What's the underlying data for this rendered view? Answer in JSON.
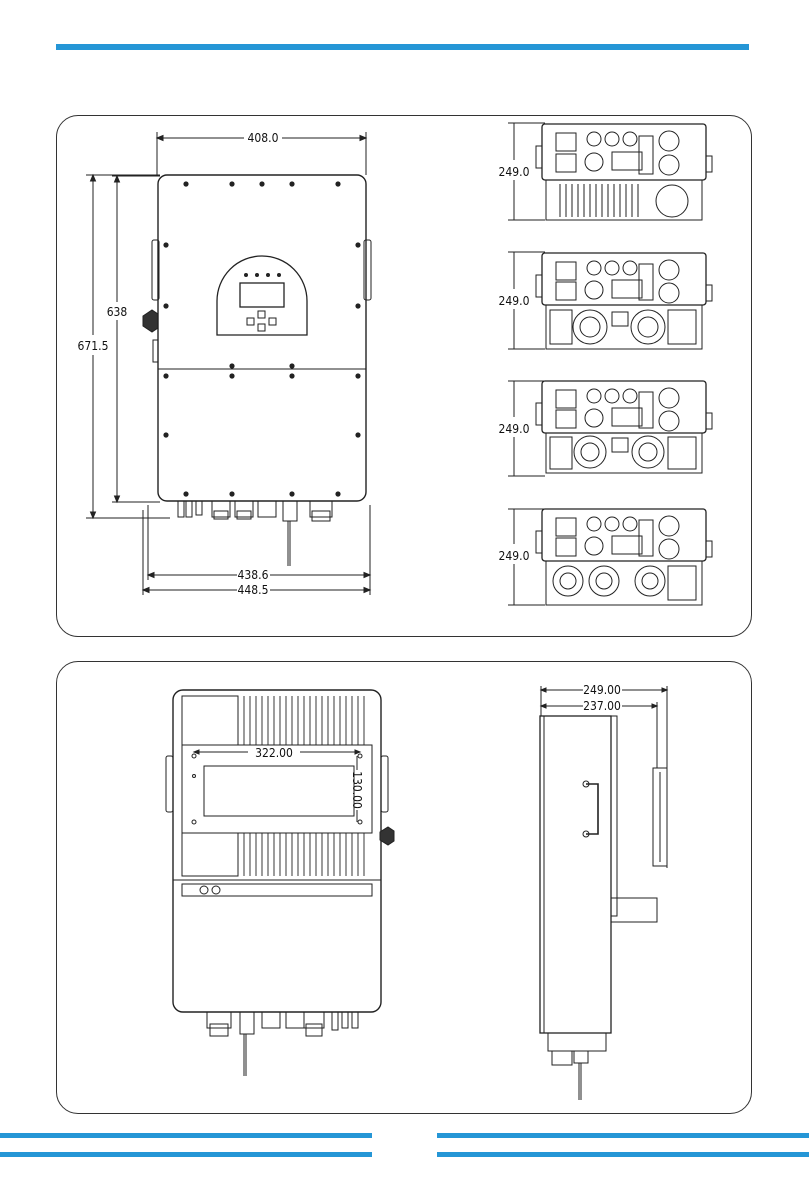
{
  "colors": {
    "accent": "#2596d6",
    "line": "#222222"
  },
  "front_view": {
    "width_top": "408.0",
    "height_inner": "638",
    "height_total": "671.5",
    "width_bottom_1": "438.6",
    "width_bottom_2": "448.5"
  },
  "bottom_views": [
    {
      "depth": "249.0"
    },
    {
      "depth": "249.0"
    },
    {
      "depth": "249.0"
    },
    {
      "depth": "249.0"
    }
  ],
  "rear_view": {
    "bracket_width": "322.00",
    "bracket_height": "130.00"
  },
  "side_view": {
    "depth_total": "249.00",
    "depth_body": "237.00"
  }
}
